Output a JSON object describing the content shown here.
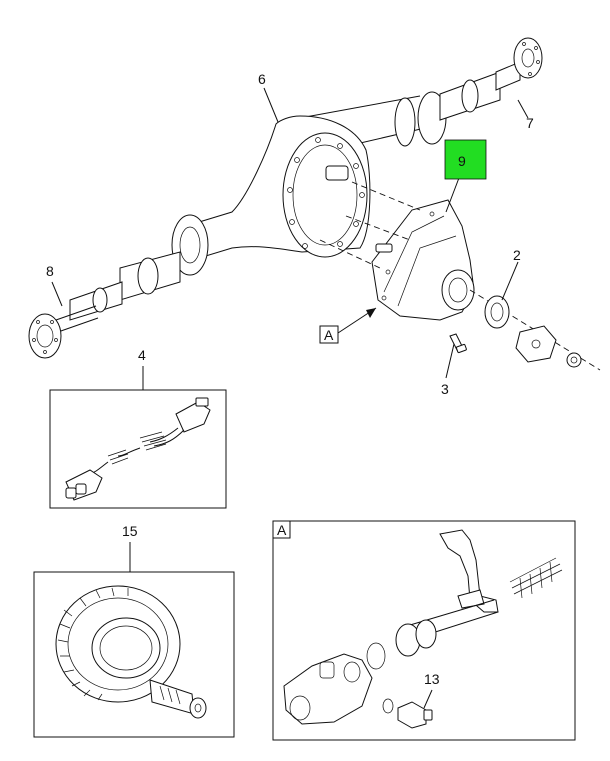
{
  "callouts": {
    "c2": "2",
    "c3": "3",
    "c4": "4",
    "c6": "6",
    "c7": "7",
    "c8": "8",
    "c9": "9",
    "c13": "13",
    "c15": "15",
    "ref_a": "A",
    "detail_a": "A"
  },
  "colors": {
    "highlight": "#22dd22",
    "line": "#111111",
    "background": "#ffffff"
  }
}
